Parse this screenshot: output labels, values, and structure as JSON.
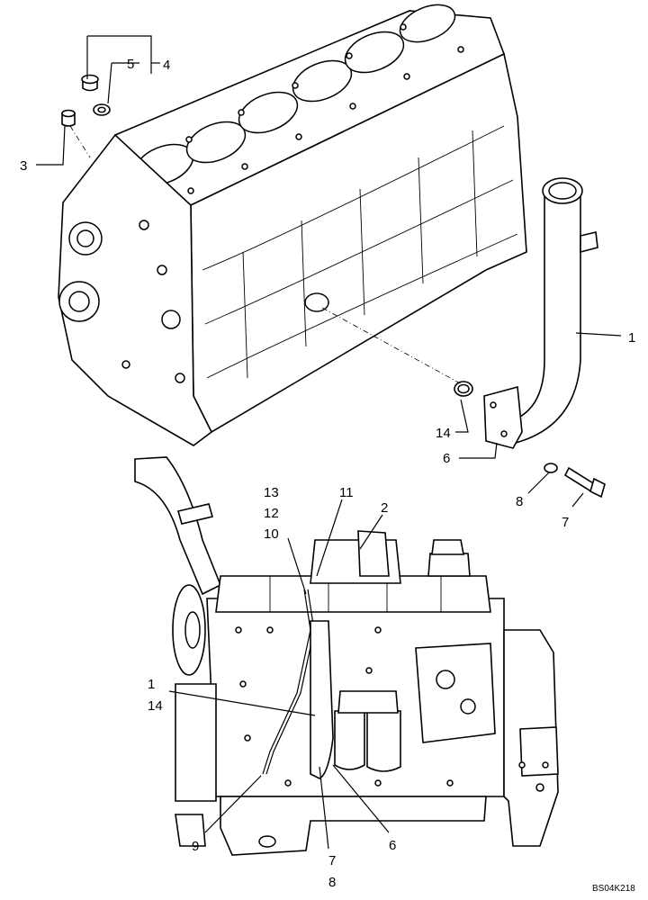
{
  "figure_ref": "BS04K218",
  "callouts": {
    "upper": {
      "item_1": "1",
      "item_3": "3",
      "item_4": "4",
      "item_5": "5",
      "item_6": "6",
      "item_7": "7",
      "item_8": "8",
      "item_14": "14"
    },
    "lower": {
      "item_1": "1",
      "item_2": "2",
      "item_6": "6",
      "item_7": "7",
      "item_8": "8",
      "item_9": "9",
      "item_10": "10",
      "item_11": "11",
      "item_12": "12",
      "item_13": "13",
      "item_14": "14"
    }
  }
}
